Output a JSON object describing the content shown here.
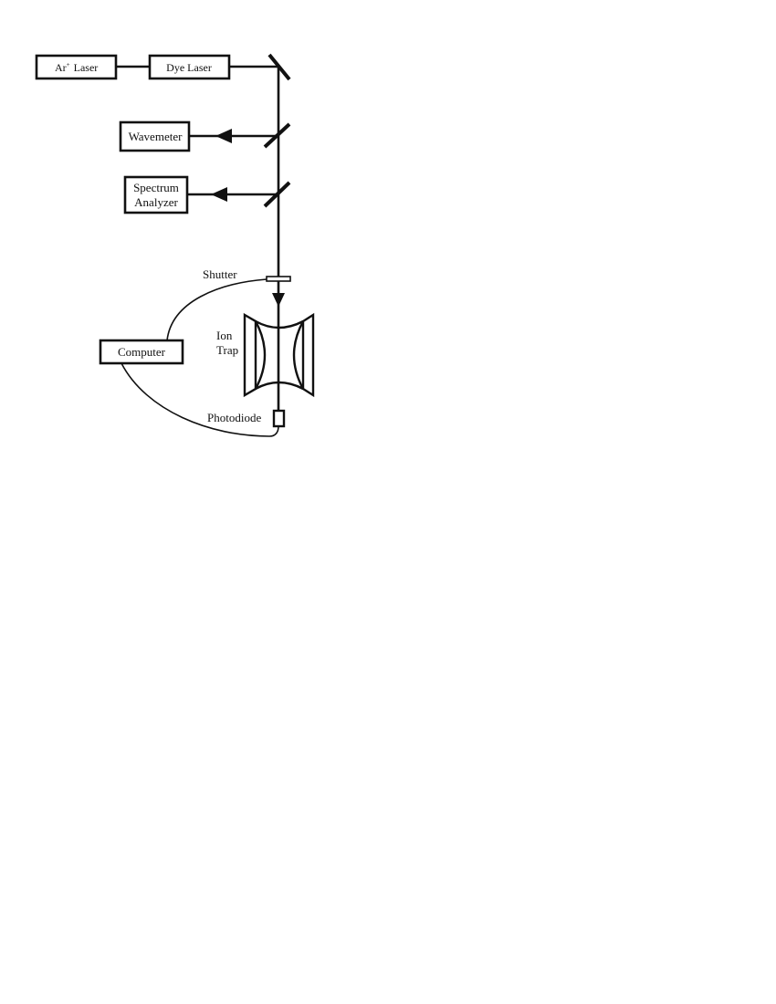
{
  "diagram": {
    "title": "",
    "components": {
      "ar_laser": {
        "label_main": "Ar",
        "label_sup": "+",
        "label_rest": "Laser"
      },
      "dye_laser": {
        "label": "Dye Laser"
      },
      "wavemeter": {
        "label": "Wavemeter"
      },
      "spectrum_analyzer": {
        "line1": "Spectrum",
        "line2": "Analyzer"
      },
      "shutter": {
        "label": "Shutter"
      },
      "ion_trap": {
        "line1": "Ion",
        "line2": "Trap"
      },
      "computer": {
        "label": "Computer"
      },
      "photodiode": {
        "label": "Photodiode"
      }
    },
    "connections": [
      {
        "from": "Ar+ Laser",
        "to": "Dye Laser",
        "type": "beam"
      },
      {
        "from": "Dye Laser",
        "to": "Mirror",
        "type": "beam"
      },
      {
        "from": "Mirror",
        "to": "Beamsplitter 1",
        "type": "beam"
      },
      {
        "from": "Beamsplitter 1",
        "to": "Wavemeter",
        "type": "beam-arrow"
      },
      {
        "from": "Beamsplitter 1",
        "to": "Beamsplitter 2",
        "type": "beam"
      },
      {
        "from": "Beamsplitter 2",
        "to": "Spectrum Analyzer",
        "type": "beam-arrow"
      },
      {
        "from": "Beamsplitter 2",
        "to": "Shutter",
        "type": "beam"
      },
      {
        "from": "Shutter",
        "to": "Ion Trap",
        "type": "beam-arrow"
      },
      {
        "from": "Ion Trap",
        "to": "Photodiode",
        "type": "beam"
      },
      {
        "from": "Computer",
        "to": "Shutter",
        "type": "cable"
      },
      {
        "from": "Computer",
        "to": "Photodiode",
        "type": "cable"
      }
    ],
    "colors": {
      "ink": "#111111",
      "background": "#ffffff"
    }
  }
}
